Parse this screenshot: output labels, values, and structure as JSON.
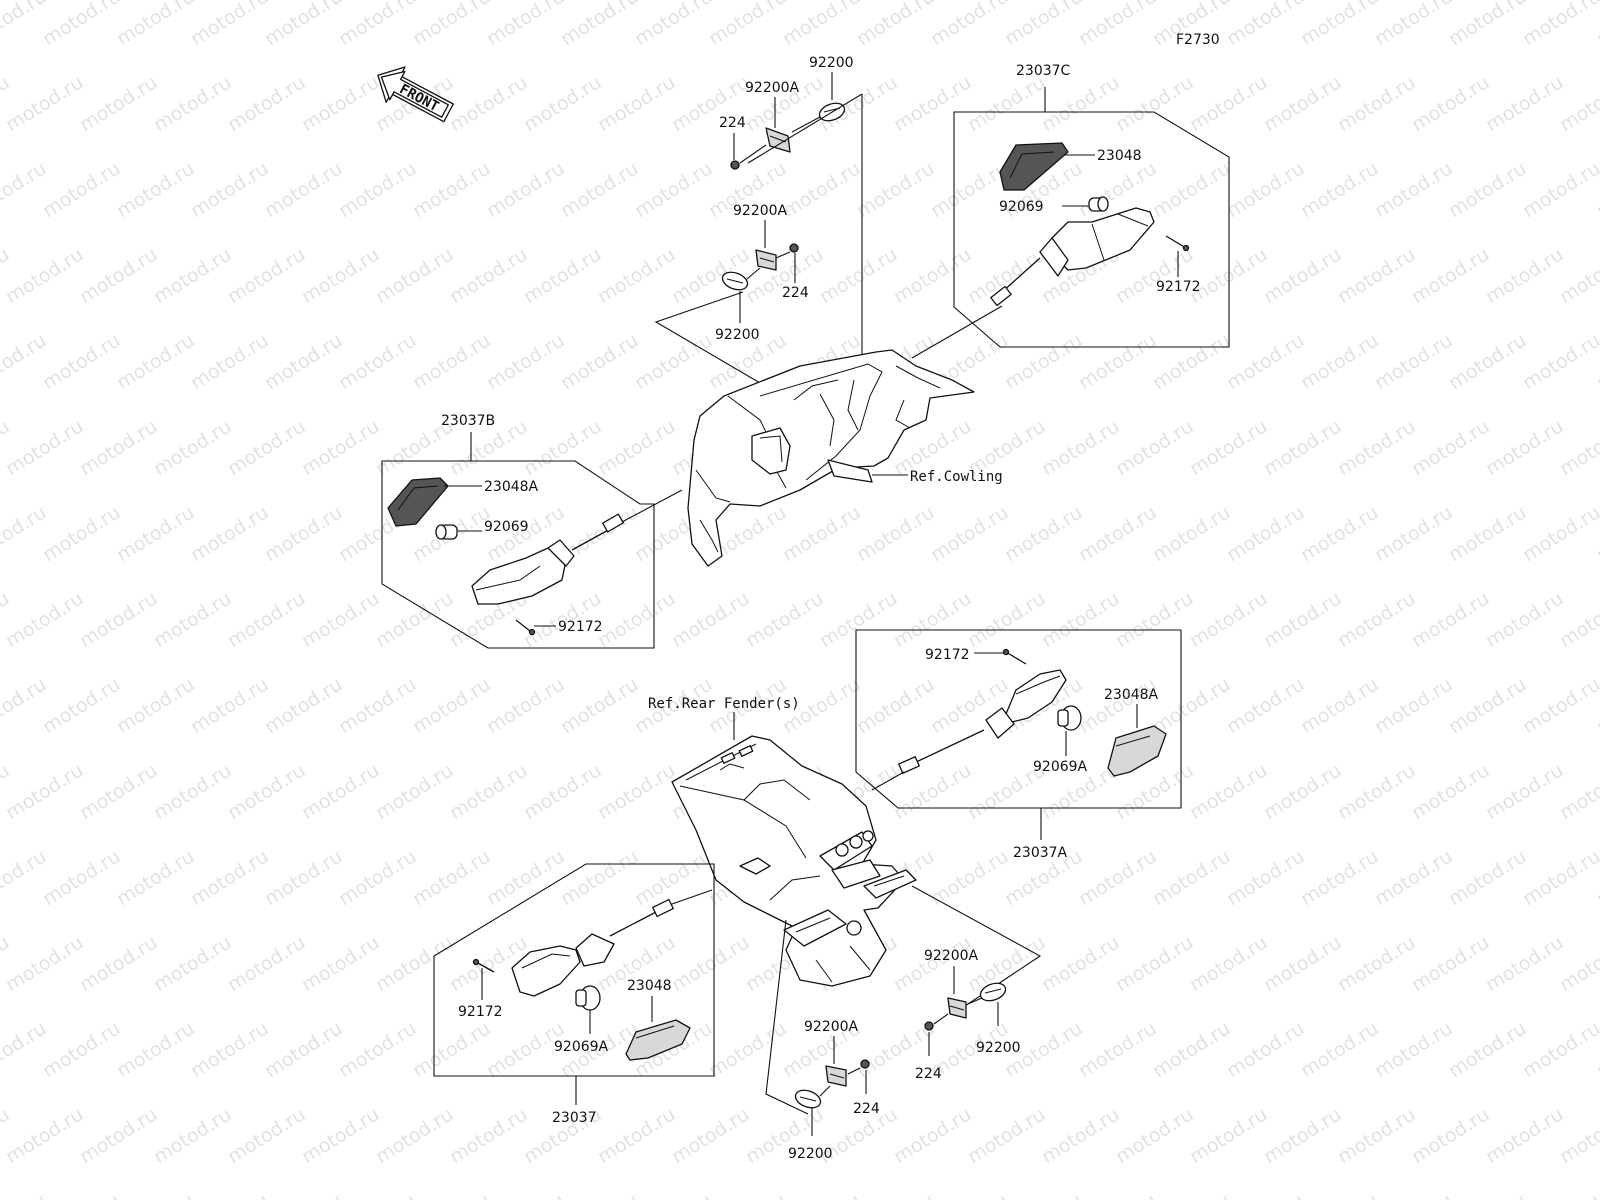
{
  "figure_code": "F2730",
  "front_arrow_label": "FRONT",
  "watermark_text": "motod.ru",
  "references": {
    "cowling": "Ref.Cowling",
    "rear_fender": "Ref.Rear Fender(s)"
  },
  "groups": {
    "front_right": {
      "assembly": "23037C",
      "lens": "23048",
      "bulb": "92069",
      "screw": "92172"
    },
    "front_left": {
      "assembly": "23037B",
      "lens": "23048A",
      "bulb": "92069",
      "screw": "92172"
    },
    "rear_right": {
      "assembly": "23037A",
      "lens": "23048A",
      "bulb": "92069A",
      "screw": "92172"
    },
    "rear_left": {
      "assembly": "23037",
      "lens": "23048",
      "bulb": "92069A",
      "screw": "92172"
    }
  },
  "front_mounts": {
    "upper": {
      "clip": "92200A",
      "grommet": "92200",
      "nut": "224"
    },
    "lower": {
      "clip": "92200A",
      "grommet": "92200",
      "nut": "224"
    }
  },
  "rear_mounts": {
    "right": {
      "clip": "92200A",
      "grommet": "92200",
      "nut": "224"
    },
    "left": {
      "clip": "92200A",
      "grommet": "92200",
      "nut": "224"
    }
  }
}
